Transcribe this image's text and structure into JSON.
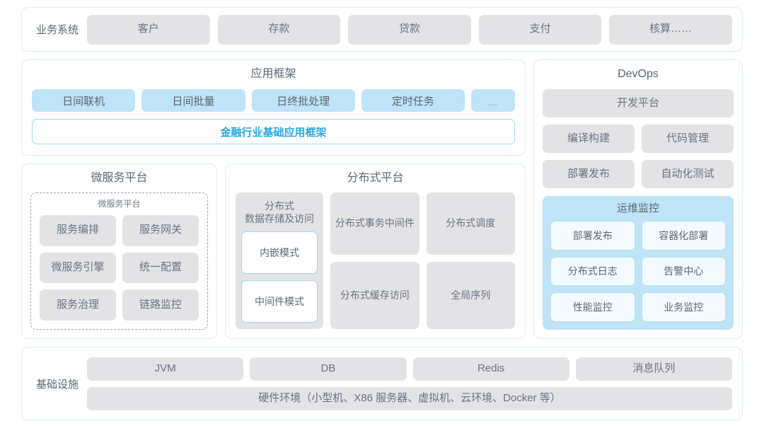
{
  "business_system": {
    "label": "业务系统",
    "items": [
      "客户",
      "存款",
      "贷款",
      "支付",
      "核算……"
    ]
  },
  "app_framework": {
    "title": "应用框架",
    "items": [
      "日间联机",
      "日间批量",
      "日终批处理",
      "定时任务"
    ],
    "more": "...",
    "base_label": "金融行业基础应用框架"
  },
  "microservice": {
    "title": "微服务平台",
    "inner_title": "微服务平台",
    "items": [
      "服务编排",
      "服务网关",
      "微服务引擎",
      "统一配置",
      "服务治理",
      "链路监控"
    ]
  },
  "distributed": {
    "title": "分布式平台",
    "storage": {
      "title": "分布式\n数据存储及访问",
      "title_line1": "分布式",
      "title_line2": "数据存储及访问",
      "modes": [
        "内嵌模式",
        "中间件模式"
      ]
    },
    "transaction_line1": "分布式",
    "transaction_line2": "事务中间件",
    "schedule": "分布式调度",
    "cache_line1": "分布式",
    "cache_line2": "缓存访问",
    "sequence": "全局序列"
  },
  "devops": {
    "title": "DevOps",
    "platform": "开发平台",
    "items": [
      "编译构建",
      "代码管理",
      "部署发布",
      "自动化测试"
    ],
    "ops_monitor": {
      "title": "运维监控",
      "items": [
        "部署发布",
        "容器化部署",
        "分布式日志",
        "告警中心",
        "性能监控",
        "业务监控"
      ]
    }
  },
  "infrastructure": {
    "label": "基础设施",
    "items": [
      "JVM",
      "DB",
      "Redis",
      "消息队列"
    ],
    "hardware": "硬件环境（小型机、X86 服务器、虚拟机、云环境、Docker 等）"
  },
  "colors": {
    "panel_border": "#d8eef2",
    "tile_gray": "#e3e3e5",
    "tile_blue": "#bfe3f7",
    "accent_blue": "#2aa7e0",
    "outline_blue": "#9fd8ee",
    "text": "#5b6671"
  }
}
